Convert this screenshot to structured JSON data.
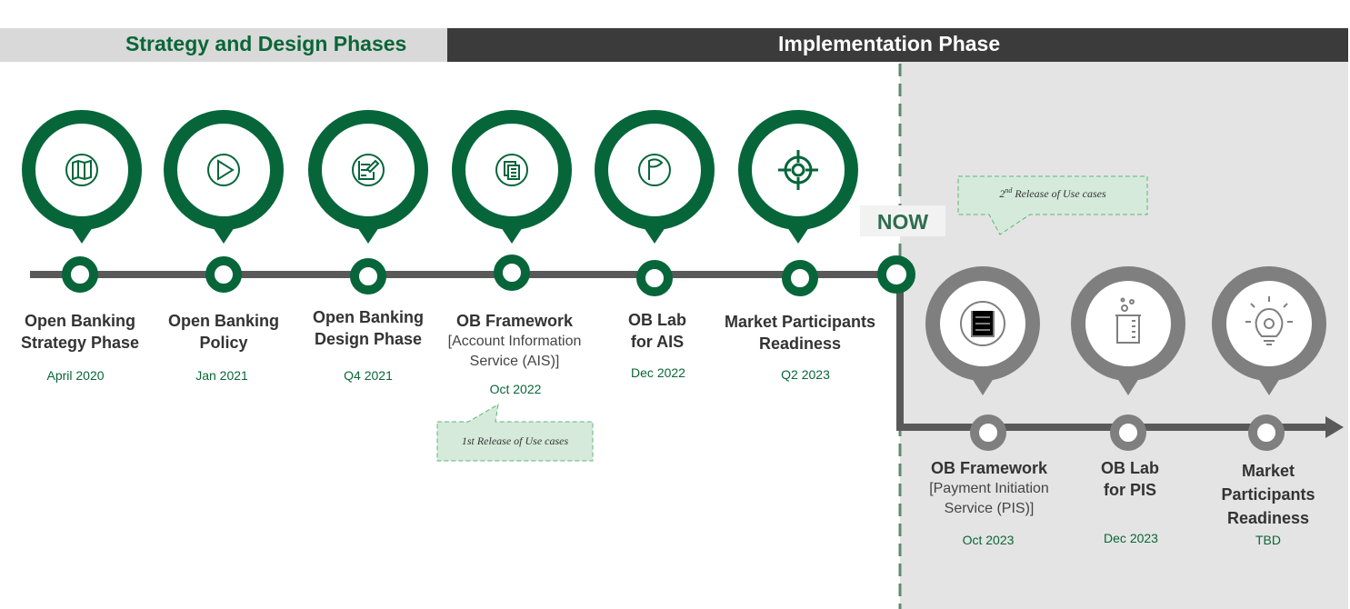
{
  "header": {
    "left_title": "Strategy and Design Phases",
    "right_title": "Implementation Phase"
  },
  "now_label": "NOW",
  "colors": {
    "green": "#06663a",
    "gray": "#7f7f7f",
    "line": "#595959"
  },
  "milestones": [
    {
      "title": "Open Banking",
      "title2": "Strategy Phase",
      "date": "April 2020",
      "icon": "map-icon"
    },
    {
      "title": "Open Banking",
      "title2": "Policy",
      "date": "Jan 2021",
      "icon": "play-icon"
    },
    {
      "title": "Open Banking",
      "title2": "Design Phase",
      "date": "Q4 2021",
      "icon": "document-edit-icon"
    },
    {
      "title": "OB Framework",
      "sub1": "[Account Information",
      "sub2": "Service (AIS)]",
      "date": "Oct 2022",
      "icon": "documents-icon"
    },
    {
      "title": "OB Lab",
      "title2": "for AIS",
      "date": "Dec 2022",
      "icon": "flag-icon"
    },
    {
      "title": "Market Participants",
      "title2": "Readiness",
      "date": "Q2 2023",
      "icon": "target-icon"
    }
  ],
  "future": [
    {
      "title": "OB Framework",
      "sub1": "[Payment Initiation",
      "sub2": "Service (PIS)]",
      "date": "Oct 2023",
      "icon": "abacus-icon"
    },
    {
      "title": "OB Lab",
      "title2": "for PIS",
      "date": "Dec 2023",
      "icon": "beaker-icon"
    },
    {
      "title": "Market",
      "title2": "Participants",
      "title3": "Readiness",
      "date": "TBD",
      "icon": "lightbulb-gear-icon"
    }
  ],
  "notes": {
    "first": "1st Release of Use cases",
    "second_sup": "nd",
    "second_num": "2",
    "second_rest": " Release of Use cases"
  }
}
